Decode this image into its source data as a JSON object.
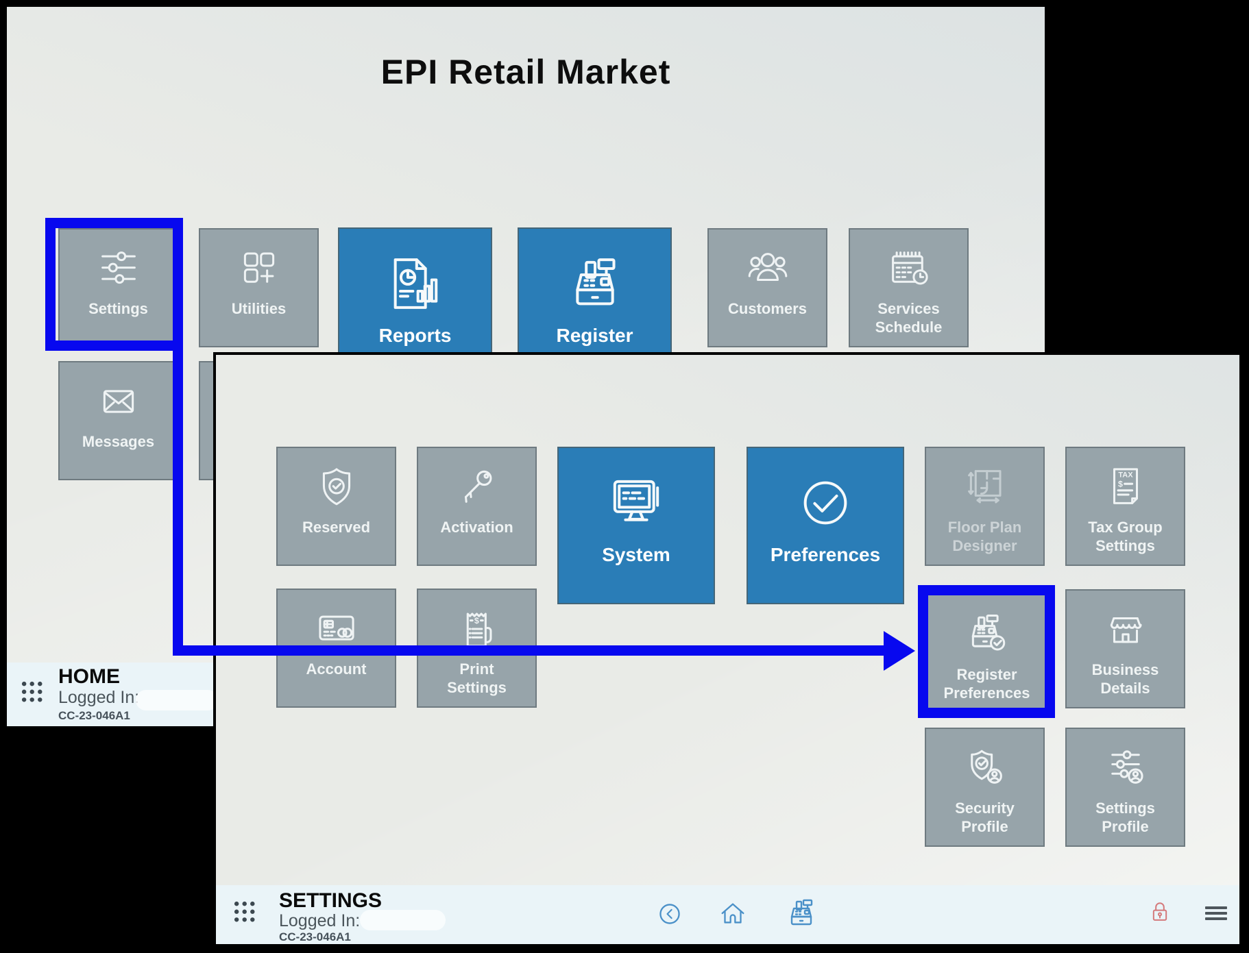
{
  "home": {
    "title": "EPI Retail Market",
    "tiles": [
      {
        "label": "Settings",
        "icon": "sliders-icon",
        "variant": "gray",
        "highlighted": true
      },
      {
        "label": "Utilities",
        "icon": "grid-plus-icon",
        "variant": "gray"
      },
      {
        "label": "Reports",
        "icon": "report-chart-icon",
        "variant": "blue"
      },
      {
        "label": "Register",
        "icon": "cash-register-icon",
        "variant": "blue"
      },
      {
        "label": "Customers",
        "icon": "customers-icon",
        "variant": "gray"
      },
      {
        "label": "Services\nSchedule",
        "icon": "calendar-clock-icon",
        "variant": "gray"
      },
      {
        "label": "Messages",
        "icon": "envelope-icon",
        "variant": "gray"
      }
    ],
    "status_bar": {
      "screen_name": "HOME",
      "logged_in_label": "Logged In:",
      "terminal_id": "CC-23-046A1",
      "launcher_icon": "grid-dots-icon"
    }
  },
  "settings": {
    "tiles": [
      {
        "label": "Reserved",
        "icon": "shield-check-icon",
        "variant": "gray"
      },
      {
        "label": "Activation",
        "icon": "key-icon",
        "variant": "gray"
      },
      {
        "label": "System",
        "icon": "monitor-icon",
        "variant": "blue"
      },
      {
        "label": "Preferences",
        "icon": "circle-check-icon",
        "variant": "blue"
      },
      {
        "label": "Floor Plan\nDesigner",
        "icon": "floor-plan-icon",
        "variant": "gray",
        "state": "disabled"
      },
      {
        "label": "Tax Group\nSettings",
        "icon": "tax-document-icon",
        "variant": "gray"
      },
      {
        "label": "Account",
        "icon": "credit-card-icon",
        "variant": "gray"
      },
      {
        "label": "Print\nSettings",
        "icon": "receipt-icon",
        "variant": "gray"
      },
      {
        "label": "Register\nPreferences",
        "icon": "register-check-icon",
        "variant": "gray",
        "highlighted": true
      },
      {
        "label": "Business\nDetails",
        "icon": "storefront-icon",
        "variant": "gray"
      },
      {
        "label": "Security\nProfile",
        "icon": "shield-person-icon",
        "variant": "gray"
      },
      {
        "label": "Settings\nProfile",
        "icon": "sliders-person-icon",
        "variant": "gray"
      }
    ],
    "status_bar": {
      "screen_name": "SETTINGS",
      "logged_in_label": "Logged In:",
      "terminal_id": "CC-23-046A1",
      "launcher_icon": "grid-dots-icon",
      "nav_icons": [
        "back-circle-icon",
        "home-icon",
        "cash-register-icon",
        "lock-icon",
        "hamburger-menu-icon"
      ]
    }
  },
  "annotation": {
    "source_label": "Settings",
    "target_label": "Register Preferences",
    "shape": "outline box around Settings tile, elbow arrow down then right to outlined Register Preferences tile",
    "color": "#0708EF"
  },
  "colors": {
    "tile_gray": "#97A4AA",
    "tile_blue": "#2A7DB7",
    "status_bar_bg": "#EAF4F8",
    "annotation_blue": "#0708EF",
    "nav_icon_blue": "#4A90C8",
    "lock_red": "#D4797B",
    "background": "#E9EBE7",
    "frame_black": "#000000"
  }
}
